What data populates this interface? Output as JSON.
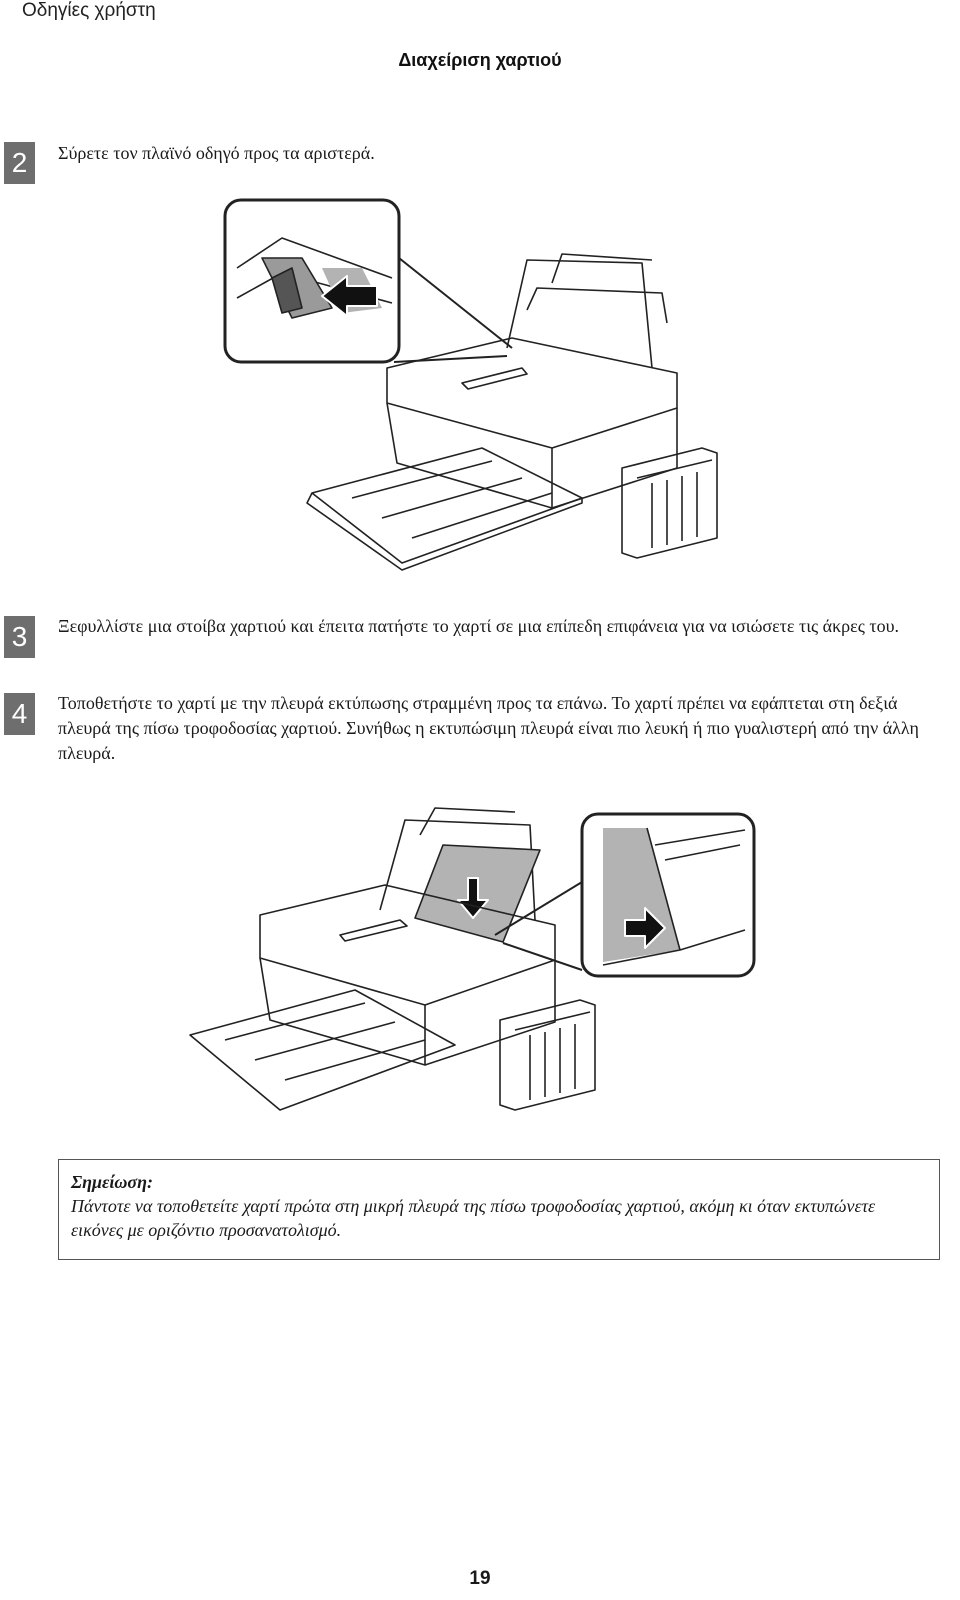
{
  "header": {
    "guide_title": "Οδηγίες χρήστη"
  },
  "section": {
    "title": "Διαχείριση χαρτιού"
  },
  "steps": [
    {
      "number": "2",
      "text": "Σύρετε τον πλαϊνό οδηγό προς τα αριστερά."
    },
    {
      "number": "3",
      "text": "Ξεφυλλίστε μια στοίβα χαρτιού και έπειτα πατήστε το χαρτί σε μια επίπεδη επιφάνεια για να ισιώσετε τις άκρες του."
    },
    {
      "number": "4",
      "text": "Τοποθετήστε το χαρτί με την πλευρά εκτύπωσης στραμμένη προς τα επάνω. Το χαρτί πρέπει να εφάπτεται στη δεξιά πλευρά της πίσω τροφοδοσίας χαρτιού. Συνήθως η εκτυπώσιμη πλευρά είναι πιο λευκή ή πιο γυαλιστερή από την άλλη πλευρά."
    }
  ],
  "illustrations": {
    "first": {
      "icon": "printer-slide-guide-left-illustration"
    },
    "second": {
      "icon": "printer-load-paper-illustration"
    }
  },
  "note": {
    "title": "Σημείωση:",
    "body": "Πάντοτε να τοποθετείτε χαρτί πρώτα στη μικρή πλευρά της πίσω τροφοδοσίας χαρτιού, ακόμη κι όταν εκτυπώνετε εικόνες με οριζόντιο προσανατολισμό."
  },
  "page": {
    "number": "19"
  },
  "colors": {
    "badge": "#6e6e6e",
    "paper_gray": "#b3b3b3",
    "text": "#1a1a1a"
  }
}
